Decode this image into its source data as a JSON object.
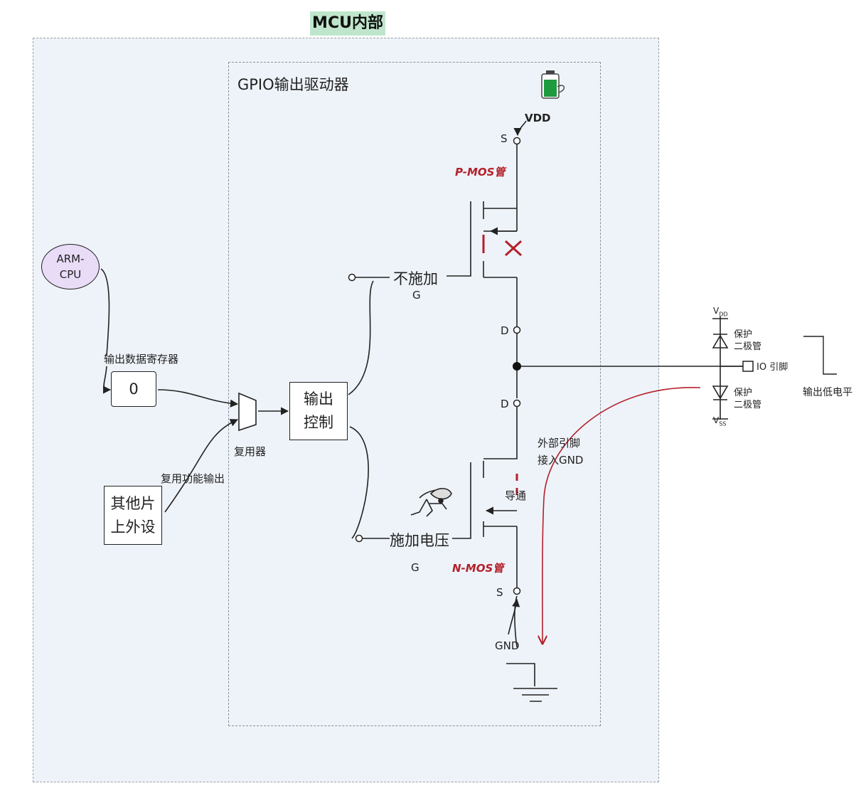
{
  "mcu_title": "MCU内部",
  "gpio_title": "GPIO输出驱动器",
  "arm_cpu": {
    "line1": "ARM-",
    "line2": "CPU"
  },
  "register_label": "输出数据寄存器",
  "register_value": "0",
  "peripheral": {
    "line1": "其他片",
    "line2": "上外设"
  },
  "alt_func_label": "复用功能输出",
  "mux_label": "复用器",
  "output_control": {
    "line1": "输出",
    "line2": "控制"
  },
  "pmos": {
    "label": "P-MOS管",
    "gate_text": "不施加",
    "gate": "G",
    "source": "S",
    "drain": "D"
  },
  "nmos": {
    "label": "N-MOS管",
    "gate_text": "施加电压",
    "gate": "G",
    "source": "S",
    "drain": "D",
    "state": "导通"
  },
  "vdd_label": "VDD",
  "gnd_label": "GND",
  "external": {
    "line1": "外部引脚",
    "line2": "接入GND"
  },
  "protection": {
    "vdd": "V",
    "vdd_sub": "DD",
    "vss": "V",
    "vss_sub": "SS",
    "upper": {
      "line1": "保护",
      "line2": "二极管"
    },
    "lower": {
      "line1": "保护",
      "line2": "二极管"
    },
    "io_pin": "IO 引脚"
  },
  "output_level": "输出低电平",
  "colors": {
    "accent_red": "#b3202a",
    "cpu_fill": "#e9dcf7",
    "title_fill": "#bfe6cc",
    "mcu_fill": "#eef3f9"
  }
}
